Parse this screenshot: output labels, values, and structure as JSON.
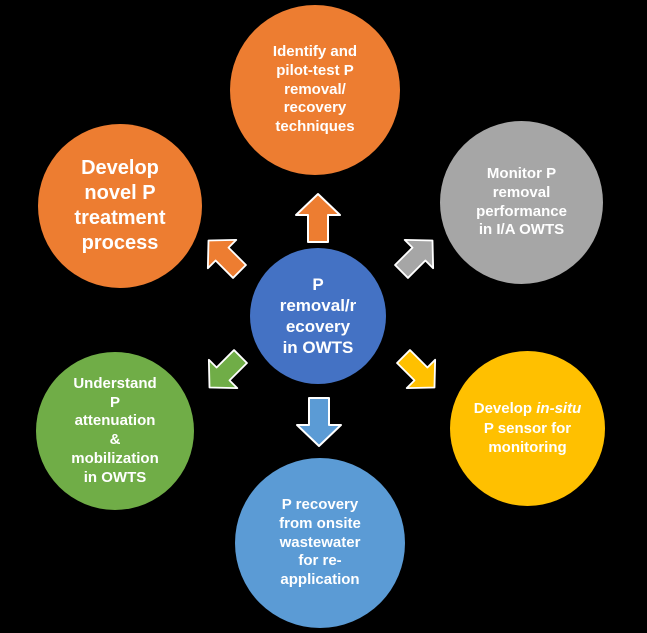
{
  "title": "P removal/recovery in OWTS diagram",
  "colors": {
    "orange": "#ED7D31",
    "gray": "#A6A6A6",
    "yellow": "#FFC000",
    "green": "#70AD47",
    "light_blue": "#5B9BD5",
    "center_blue": "#4472C4",
    "background": "#000000",
    "text": "#FFFFFF"
  },
  "center_node": {
    "text": "P\nremoval/r\necovery\nin OWTS"
  },
  "nodes": {
    "identify": {
      "text": "Identify and\npilot-test P\nremoval/\nrecovery\ntechniques"
    },
    "monitor": {
      "text": "Monitor P\nremoval\nperformance\nin I/A OWTS"
    },
    "sensor": {
      "text_prefix": "Develop ",
      "text_italic": "in-situ",
      "text_suffix": " P sensor for monitoring"
    },
    "recovery": {
      "text": "P recovery\nfrom onsite\nwastewater\nfor re-\napplication"
    },
    "understand": {
      "text": "Understand\nP\nattenuation\n&\nmobilization\nin OWTS"
    },
    "develop": {
      "text": "Develop\nnovel P\ntreatment\nprocess"
    }
  },
  "arrows": [
    {
      "direction": "up",
      "color": "#ED7D31"
    },
    {
      "direction": "up-right",
      "color": "#A6A6A6"
    },
    {
      "direction": "down-right",
      "color": "#FFC000"
    },
    {
      "direction": "down",
      "color": "#5B9BD5"
    },
    {
      "direction": "down-left",
      "color": "#70AD47"
    },
    {
      "direction": "up-left",
      "color": "#ED7D31"
    }
  ]
}
